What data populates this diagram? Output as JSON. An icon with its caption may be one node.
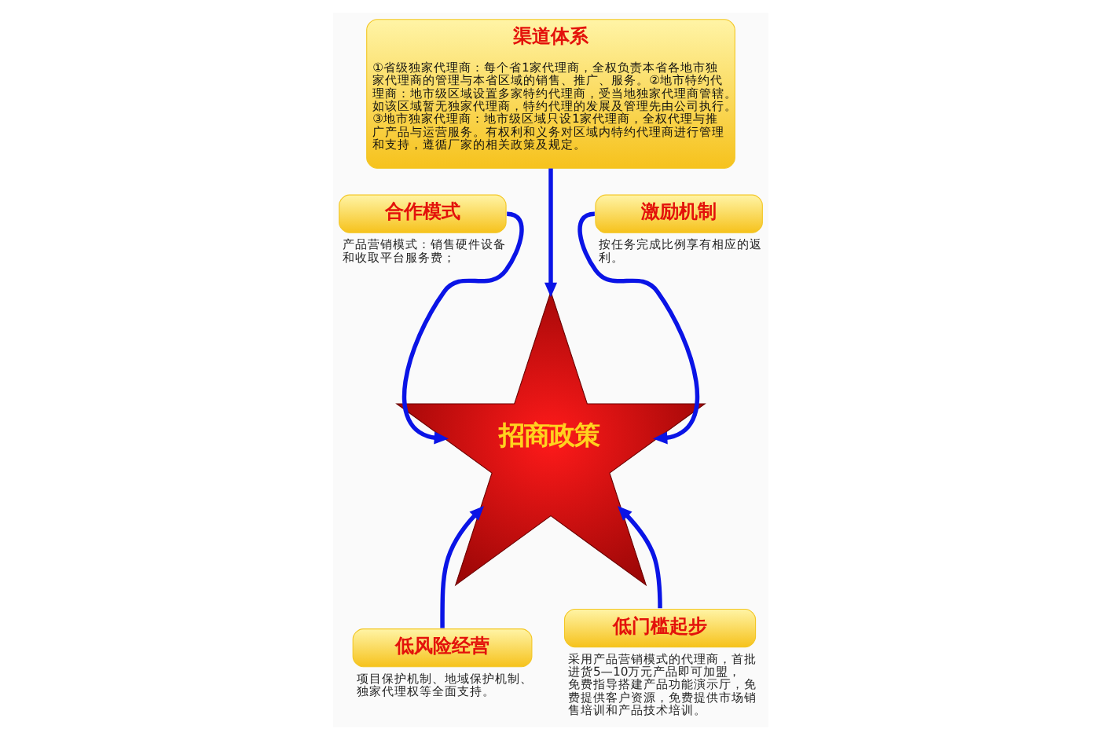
{
  "diagram": {
    "nodes": [
      {
        "text": [
          "渠道体系",
          "①省级独家代理商：每个省1家代理商，全权负责本省各地市独家代理商的管理与本省区域的销售、推广、服务。②地市特约代理商：地市级区域设置多家特约代理商，受当地独家代理商管辖。如该区域暂无独家代理商，特约代理的发展及管理先由公司执行。③地市独家代理商：地市级区域只设1家代理商，全权代理与推广产品与运营服务。有权利和义务对区域内特约代理商进行管理和支持，遵循厂家的相关政策及规定。"
        ]
      },
      {
        "text": [
          "合作模式"
        ],
        "beside": [
          "产品营销模式：销售硬件设备和收取平台服务费；"
        ]
      },
      {
        "text": [
          "激励机制"
        ],
        "beside": [
          "按任务完成比例享有相应的返利。"
        ]
      },
      {
        "text": [
          "招商政策"
        ]
      },
      {
        "text": [
          "低风险经营"
        ],
        "beside": [
          "项目保护机制、地域保护机制、独家代理权等全面支持。"
        ]
      },
      {
        "text": [
          "低门槛起步"
        ],
        "beside": [
          "采用产品营销模式的代理商，首批进货5—10万元产品即可加盟，免费指导搭建产品功能演示厅，免费提供客户资源，免费提供市场销售培训和产品技术培训。"
        ]
      }
    ],
    "edges": [
      {
        "from": 0,
        "to": 3,
        "arrow": "to"
      },
      {
        "from": 1,
        "to": 3,
        "arrow": "to"
      },
      {
        "from": 2,
        "to": 3,
        "arrow": "to"
      },
      {
        "from": 4,
        "to": 3,
        "arrow": "to"
      },
      {
        "from": 5,
        "to": 3,
        "arrow": "to"
      }
    ]
  }
}
